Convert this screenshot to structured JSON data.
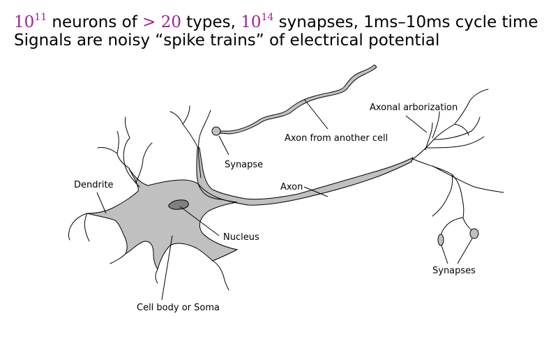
{
  "header": {
    "line1": {
      "pow1_base": "10",
      "pow1_exp": "11",
      "text1": " neurons of ",
      "gt": "> 20",
      "text2": " types, ",
      "pow2_base": "10",
      "pow2_exp": "14",
      "text3": " synapses, 1ms–10ms cycle time"
    },
    "line2": "Signals are noisy “spike trains” of electrical potential"
  },
  "diagram": {
    "fill_color": "#c0c0c0",
    "nucleus_color": "#808080",
    "accent_color": "#a0209f",
    "labels": {
      "axonal_arborization": "Axonal arborization",
      "axon_from_another_cell": "Axon from another cell",
      "synapse": "Synapse",
      "dendrite": "Dendrite",
      "axon": "Axon",
      "nucleus": "Nucleus",
      "synapses": "Synapses",
      "cell_body": "Cell body or Soma"
    }
  }
}
